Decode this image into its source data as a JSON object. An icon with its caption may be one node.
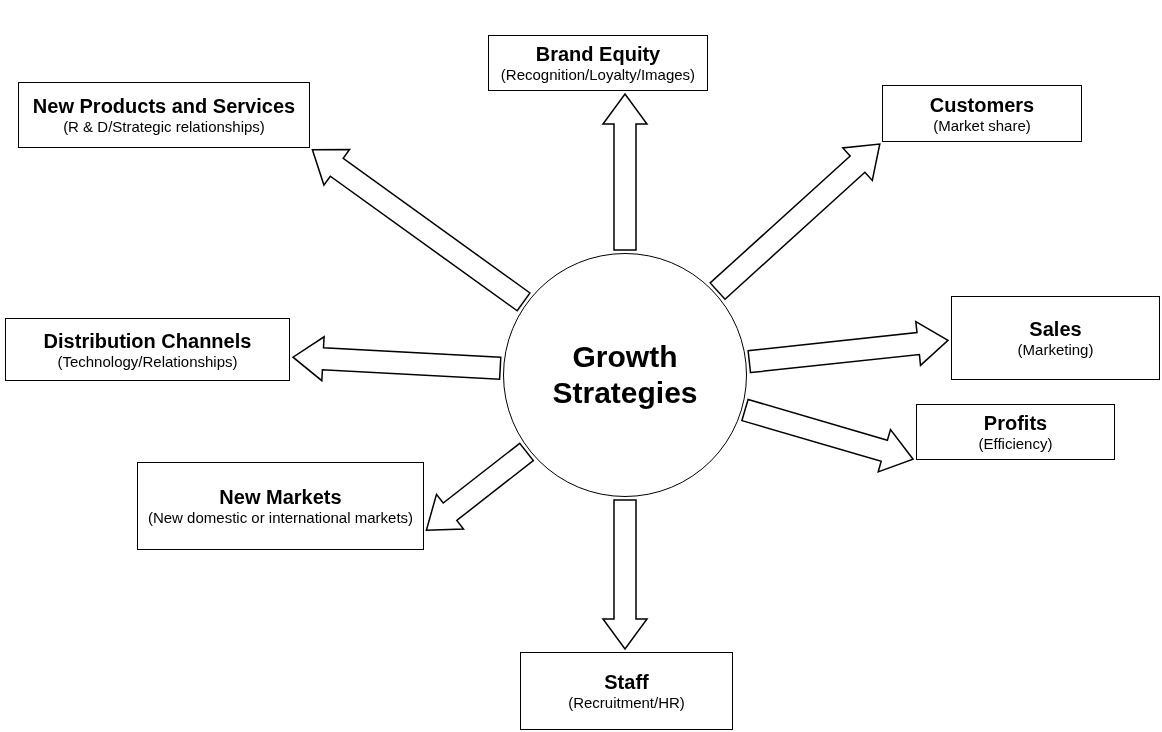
{
  "diagram": {
    "nodes": [
      {
        "text": [
          "Growth Strategies"
        ]
      },
      {
        "text": [
          "Brand Equity",
          "(Recognition/Loyalty/Images)"
        ]
      },
      {
        "text": [
          "New Products and Services",
          "(R & D/Strategic relationships)"
        ]
      },
      {
        "text": [
          "Customers",
          "(Market share)"
        ]
      },
      {
        "text": [
          "Distribution Channels",
          "(Technology/Relationships)"
        ]
      },
      {
        "text": [
          "Sales",
          "(Marketing)"
        ]
      },
      {
        "text": [
          "Profits",
          "(Efficiency)"
        ]
      },
      {
        "text": [
          "New Markets",
          "(New domestic or international markets)"
        ]
      },
      {
        "text": [
          "Staff",
          "(Recruitment/HR)"
        ]
      }
    ],
    "edges": [
      {
        "from": 0,
        "to": 1,
        "arrow": "to"
      },
      {
        "from": 0,
        "to": 2,
        "arrow": "to"
      },
      {
        "from": 0,
        "to": 3,
        "arrow": "to"
      },
      {
        "from": 0,
        "to": 4,
        "arrow": "to"
      },
      {
        "from": 0,
        "to": 5,
        "arrow": "to"
      },
      {
        "from": 0,
        "to": 6,
        "arrow": "to"
      },
      {
        "from": 0,
        "to": 7,
        "arrow": "to"
      },
      {
        "from": 0,
        "to": 8,
        "arrow": "to"
      }
    ]
  }
}
